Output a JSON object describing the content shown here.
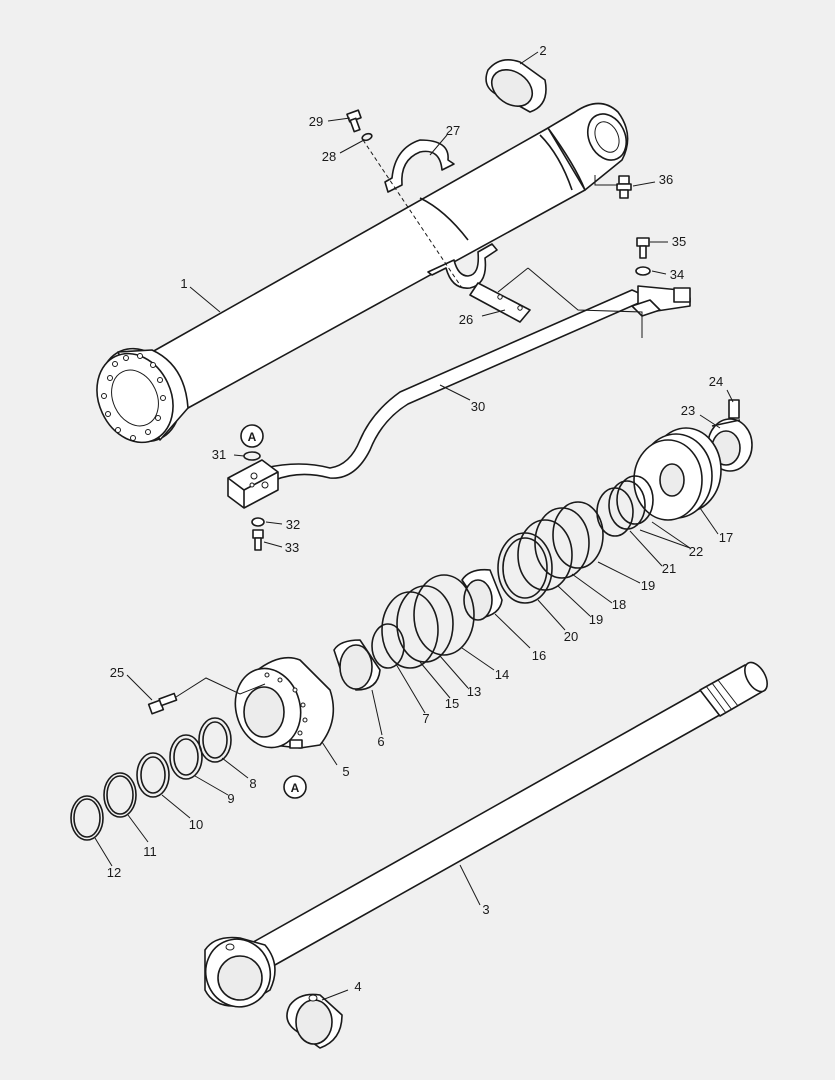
{
  "diagram": {
    "reference_marker": "A",
    "callouts": [
      {
        "id": "1",
        "label": "1"
      },
      {
        "id": "2",
        "label": "2"
      },
      {
        "id": "3",
        "label": "3"
      },
      {
        "id": "4",
        "label": "4"
      },
      {
        "id": "5",
        "label": "5"
      },
      {
        "id": "6",
        "label": "6"
      },
      {
        "id": "7",
        "label": "7"
      },
      {
        "id": "8",
        "label": "8"
      },
      {
        "id": "9",
        "label": "9"
      },
      {
        "id": "10",
        "label": "10"
      },
      {
        "id": "11",
        "label": "11"
      },
      {
        "id": "12",
        "label": "12"
      },
      {
        "id": "13",
        "label": "13"
      },
      {
        "id": "14",
        "label": "14"
      },
      {
        "id": "15",
        "label": "15"
      },
      {
        "id": "16",
        "label": "16"
      },
      {
        "id": "17",
        "label": "17"
      },
      {
        "id": "18",
        "label": "18"
      },
      {
        "id": "19a",
        "label": "19"
      },
      {
        "id": "19b",
        "label": "19"
      },
      {
        "id": "20",
        "label": "20"
      },
      {
        "id": "21",
        "label": "21"
      },
      {
        "id": "22",
        "label": "22"
      },
      {
        "id": "23",
        "label": "23"
      },
      {
        "id": "24",
        "label": "24"
      },
      {
        "id": "25",
        "label": "25"
      },
      {
        "id": "26",
        "label": "26"
      },
      {
        "id": "27",
        "label": "27"
      },
      {
        "id": "28",
        "label": "28"
      },
      {
        "id": "29",
        "label": "29"
      },
      {
        "id": "30",
        "label": "30"
      },
      {
        "id": "31",
        "label": "31"
      },
      {
        "id": "32",
        "label": "32"
      },
      {
        "id": "33",
        "label": "33"
      },
      {
        "id": "34",
        "label": "34"
      },
      {
        "id": "35",
        "label": "35"
      },
      {
        "id": "36",
        "label": "36"
      }
    ]
  }
}
